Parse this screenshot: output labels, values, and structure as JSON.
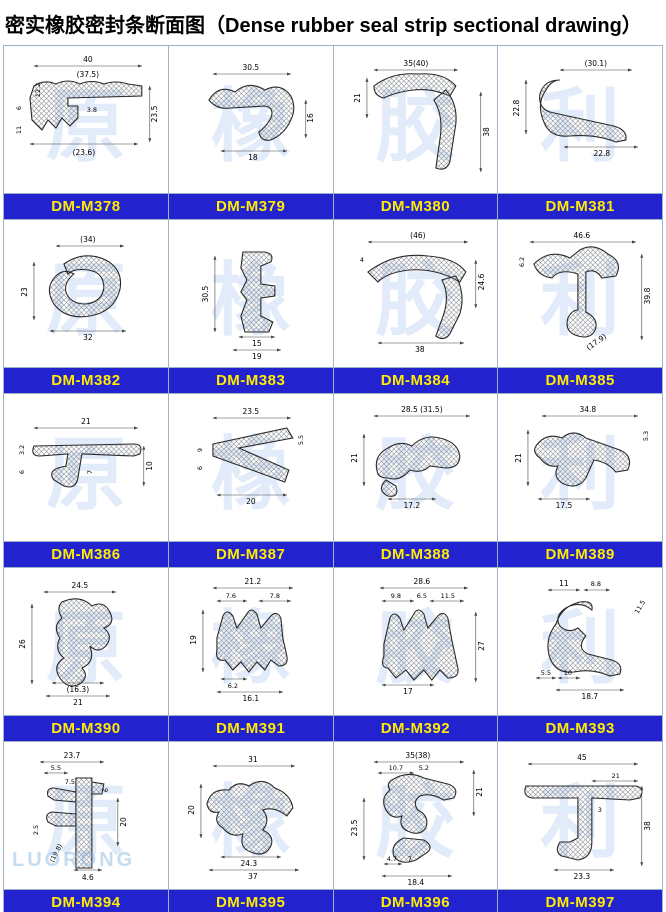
{
  "title": {
    "zh": "密实橡胶密封条断面图",
    "en": "（Dense rubber seal strip sectional drawing）"
  },
  "brand": "LUORONG",
  "colors": {
    "label_bg": "#2222cf",
    "label_text": "#ffec00",
    "watermark": "#2a6fd6"
  },
  "cells": [
    {
      "model": "DM-M378",
      "wm": "原",
      "dims": [
        "40",
        "(37.5)",
        "12.2",
        "6",
        "11",
        "3.8",
        "23.5",
        "(23.6)"
      ]
    },
    {
      "model": "DM-M379",
      "wm": "橡",
      "dims": [
        "30.5",
        "16",
        "18"
      ]
    },
    {
      "model": "DM-M380",
      "wm": "胶",
      "dims": [
        "35(40)",
        "21",
        "38"
      ]
    },
    {
      "model": "DM-M381",
      "wm": "利",
      "dims": [
        "(30.1)",
        "22.8",
        "22.8"
      ]
    },
    {
      "model": "DM-M382",
      "wm": "原",
      "dims": [
        "(34)",
        "23",
        "32"
      ]
    },
    {
      "model": "DM-M383",
      "wm": "橡",
      "dims": [
        "30.5",
        "15",
        "19"
      ]
    },
    {
      "model": "DM-M384",
      "wm": "胶",
      "dims": [
        "(46)",
        "4",
        "24.6",
        "38"
      ]
    },
    {
      "model": "DM-M385",
      "wm": "利",
      "dims": [
        "46.6",
        "6.2",
        "39.8",
        "(17.9)"
      ]
    },
    {
      "model": "DM-M386",
      "wm": "原",
      "dims": [
        "21",
        "3.2",
        "6",
        "7",
        "10"
      ]
    },
    {
      "model": "DM-M387",
      "wm": "橡",
      "dims": [
        "23.5",
        "5.5",
        "9",
        "6",
        "20"
      ]
    },
    {
      "model": "DM-M388",
      "wm": "胶",
      "dims": [
        "28.5 (31.5)",
        "21",
        "17.2"
      ]
    },
    {
      "model": "DM-M389",
      "wm": "利",
      "dims": [
        "34.8",
        "5.3",
        "21",
        "17.5"
      ]
    },
    {
      "model": "DM-M390",
      "wm": "原",
      "dims": [
        "24.5",
        "26",
        "(16.3)",
        "21"
      ]
    },
    {
      "model": "DM-M391",
      "wm": "橡",
      "dims": [
        "21.2",
        "7.6",
        "7.8",
        "19",
        "6.2",
        "16.1"
      ]
    },
    {
      "model": "DM-M392",
      "wm": "胶",
      "dims": [
        "28.6",
        "9.8",
        "6.5",
        "11.5",
        "27",
        "17"
      ]
    },
    {
      "model": "DM-M393",
      "wm": "利",
      "dims": [
        "11",
        "8.8",
        "11.5",
        "5.5",
        "10",
        "18.7"
      ]
    },
    {
      "model": "DM-M394",
      "wm": "原",
      "dims": [
        "23.7",
        "5.5",
        "7.5",
        "6",
        "20",
        "2.5",
        "(19.8)",
        "4.6"
      ]
    },
    {
      "model": "DM-M395",
      "wm": "橡",
      "dims": [
        "31",
        "20",
        "24.3",
        "37"
      ]
    },
    {
      "model": "DM-M396",
      "wm": "胶",
      "dims": [
        "35(38)",
        "10.7",
        "5.2",
        "21",
        "23.5",
        "4.7",
        "7",
        "18.4"
      ]
    },
    {
      "model": "DM-M397",
      "wm": "利",
      "dims": [
        "45",
        "21",
        "3",
        "38",
        "23.3"
      ]
    }
  ]
}
